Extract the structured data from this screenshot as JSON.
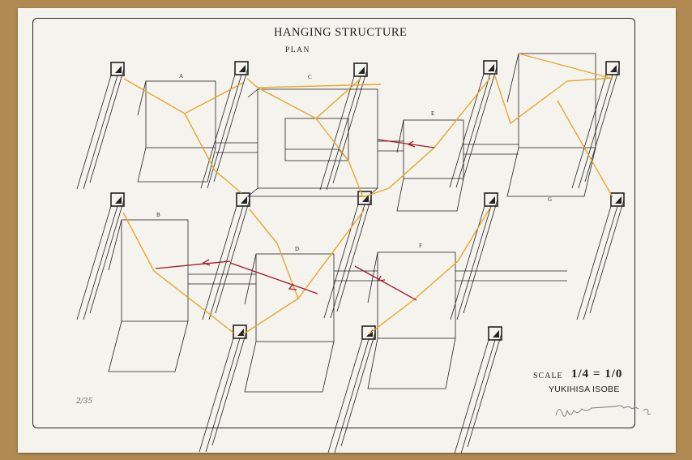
{
  "title": "HANGING STRUCTURE",
  "subtitle": "PLAN",
  "scale_label": "SCALE",
  "scale_value": "1/4 = 1/0",
  "author": "YUKIHISA  ISOBE",
  "edition": "2/35",
  "labels": {
    "a": "A",
    "b": "B",
    "c": "C",
    "d": "D",
    "e": "E",
    "f": "F",
    "g": "G"
  },
  "colors": {
    "paper": "#f4f3ee",
    "mat": "#b08a52",
    "ink": "#222222",
    "string": "#e8a82a",
    "arrow": "#a3192a"
  }
}
